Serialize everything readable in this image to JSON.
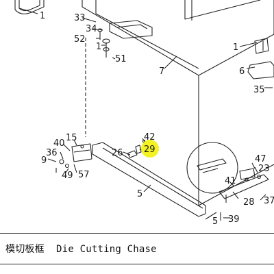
{
  "caption": "模切板框  Die Cutting Chase",
  "highlight_color": "#f3f323",
  "line_color": "#222222",
  "callouts": {
    "c1a": "1",
    "c33": "33",
    "c34": "34",
    "c52": "52",
    "c1b": "1",
    "c51": "51",
    "c7": "7",
    "c1c": "1",
    "c6": "6",
    "c35": "35",
    "c15": "15",
    "c40": "40",
    "c36": "36",
    "c9": "9",
    "c49": "49",
    "c57": "57",
    "c42": "42",
    "c26": "26",
    "c29": "29",
    "c5a": "5",
    "c47": "47",
    "c23": "23",
    "c41": "41",
    "c28": "28",
    "c37": "37",
    "c5b": "5",
    "c39": "39"
  },
  "highlighted_callout": "29"
}
